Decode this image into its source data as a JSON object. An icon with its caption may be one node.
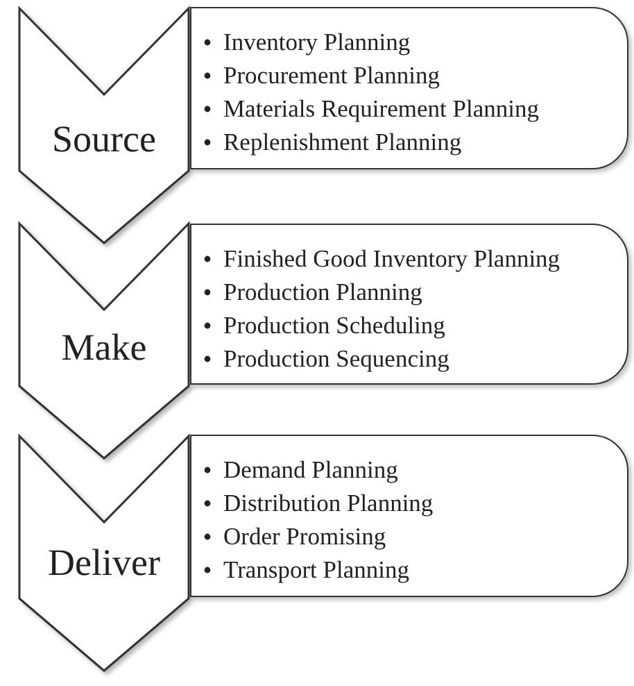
{
  "diagram": {
    "nodes": [
      {
        "text": [
          "Source"
        ]
      },
      {
        "text": [
          "Inventory Planning",
          "Procurement Planning",
          "Materials Requirement Planning",
          "Replenishment Planning"
        ]
      },
      {
        "text": [
          "Make"
        ]
      },
      {
        "text": [
          "Finished Good Inventory Planning",
          "Production Planning",
          "Production Scheduling",
          "Production Sequencing"
        ]
      },
      {
        "text": [
          "Deliver"
        ]
      },
      {
        "text": [
          "Demand Planning",
          "Distribution Planning",
          "Order Promising",
          "Transport Planning"
        ]
      }
    ],
    "edges": []
  }
}
